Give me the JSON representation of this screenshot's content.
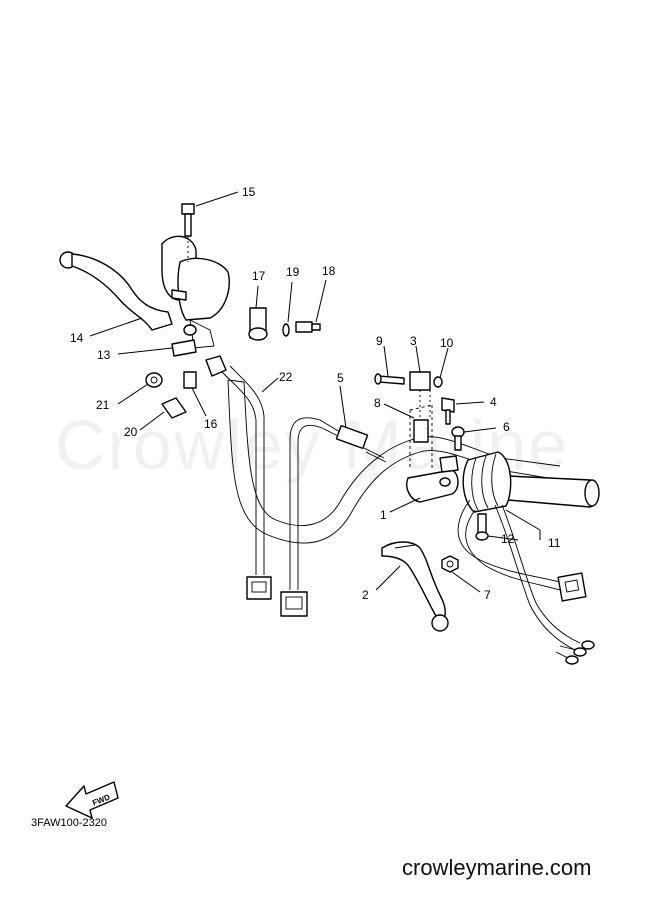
{
  "diagram": {
    "callouts": [
      "1",
      "2",
      "3",
      "4",
      "5",
      "6",
      "7",
      "8",
      "9",
      "10",
      "11",
      "12",
      "13",
      "14",
      "15",
      "16",
      "17",
      "18",
      "19",
      "20",
      "21",
      "22"
    ],
    "fwd_label": "FWD",
    "drawing_code": "3FAW100-2320",
    "watermark": "Crowley Marine",
    "website": "crowleymarine.com",
    "colors": {
      "ink": "#000000",
      "paper": "#ffffff"
    }
  }
}
